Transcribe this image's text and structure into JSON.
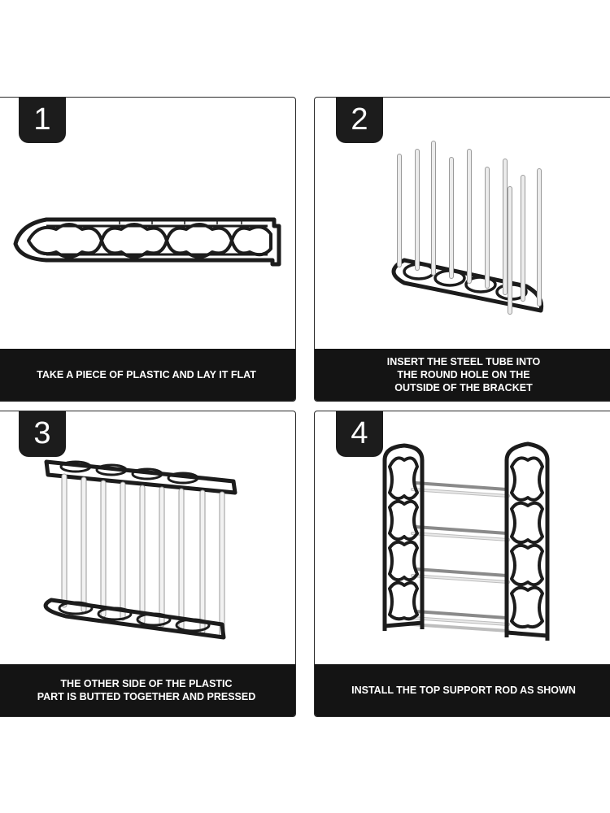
{
  "steps": [
    {
      "number": "1",
      "caption": "TAKE A PIECE OF PLASTIC AND LAY IT FLAT"
    },
    {
      "number": "2",
      "caption": "INSERT THE STEEL TUBE INTO\nTHE ROUND HOLE ON THE\nOUTSIDE OF THE BRACKET"
    },
    {
      "number": "3",
      "caption": "THE OTHER SIDE OF THE PLASTIC\nPART IS BUTTED TOGETHER AND PRESSED"
    },
    {
      "number": "4",
      "caption": "INSTALL THE TOP SUPPORT ROD AS SHOWN"
    }
  ],
  "colors": {
    "frame": "#1c1c1c",
    "caption_bar": "#141414",
    "tube": "#e6e6e6",
    "tube_shadow": "#9a9a9a"
  }
}
